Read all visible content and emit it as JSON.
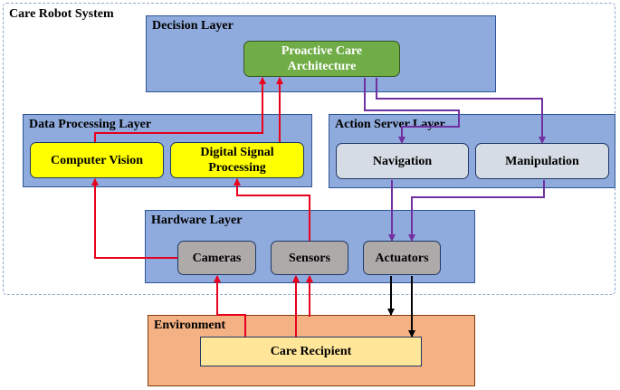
{
  "system": {
    "title": "Care Robot System"
  },
  "layers": {
    "decision": "Decision Layer",
    "data_processing": "Data Processing Layer",
    "action_server": "Action Server Layer",
    "hardware": "Hardware Layer",
    "environment": "Environment"
  },
  "nodes": {
    "proactive_care": "Proactive Care\nArchitecture",
    "computer_vision": "Computer Vision",
    "digital_signal_processing": "Digital Signal\nProcessing",
    "navigation": "Navigation",
    "manipulation": "Manipulation",
    "cameras": "Cameras",
    "sensors": "Sensors",
    "actuators": "Actuators",
    "care_recipient": "Care Recipient"
  },
  "colors": {
    "perception_arrow": "#e8001c",
    "action_arrow": "#7030a0",
    "actuation_arrow": "#000000"
  }
}
